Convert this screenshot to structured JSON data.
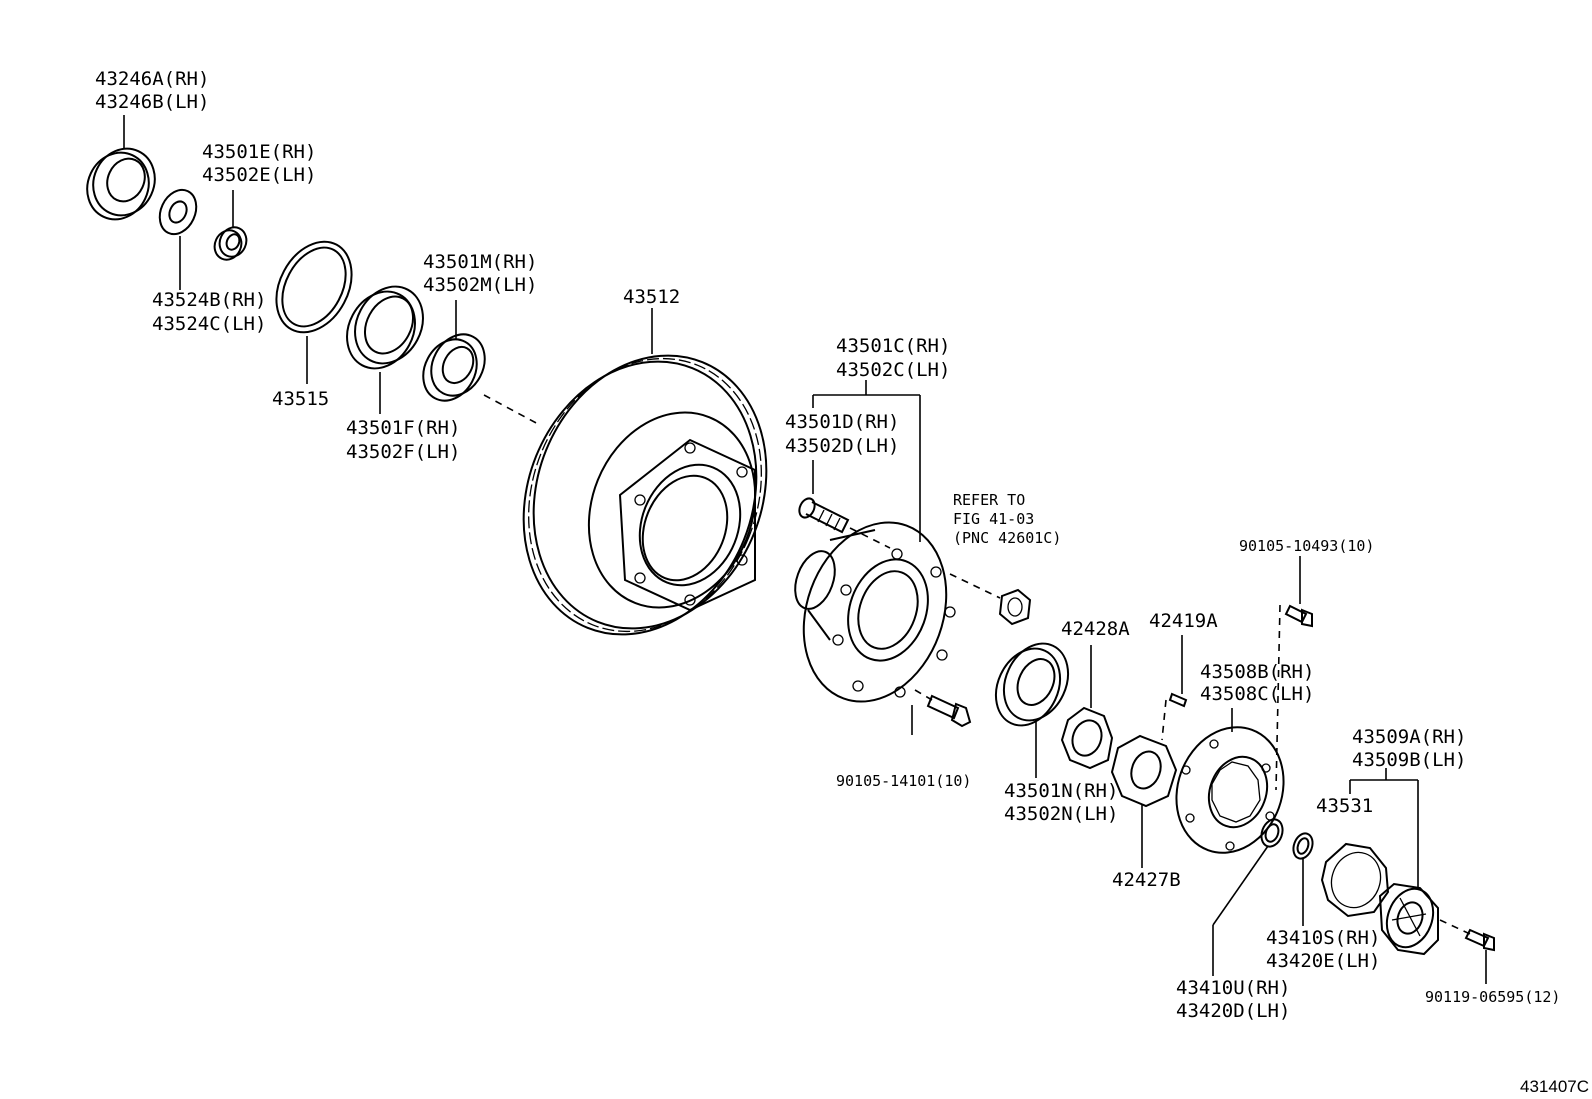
{
  "labels": {
    "p43246a": "43246A(RH)",
    "p43246b": "43246B(LH)",
    "p43501e": "43501E(RH)",
    "p43502e": "43502E(LH)",
    "p43524b": "43524B(RH)",
    "p43524c": "43524C(LH)",
    "p43515": "43515",
    "p43501m": "43501M(RH)",
    "p43502m": "43502M(LH)",
    "p43501f": "43501F(RH)",
    "p43502f": "43502F(LH)",
    "p43512": "43512",
    "p43501c": "43501C(RH)",
    "p43502c": "43502C(LH)",
    "p43501d": "43501D(RH)",
    "p43502d": "43502D(LH)",
    "refer1": "REFER TO",
    "refer2": "FIG 41-03",
    "refer3": "(PNC 42601C)",
    "p90105_10493": "90105-10493(10)",
    "p42428a": "42428A",
    "p42419a": "42419A",
    "p43508b": "43508B(RH)",
    "p43508c": "43508C(LH)",
    "p90105_14101": "90105-14101(10)",
    "p43501n": "43501N(RH)",
    "p43502n": "43502N(LH)",
    "p43509a": "43509A(RH)",
    "p43509b": "43509B(LH)",
    "p43531": "43531",
    "p42427b": "42427B",
    "p43410s": "43410S(RH)",
    "p43420e": "43420E(LH)",
    "p43410u": "43410U(RH)",
    "p43420d": "43420D(LH)",
    "p90119_06595": "90119-06595(12)"
  },
  "figure_number": "431407C"
}
